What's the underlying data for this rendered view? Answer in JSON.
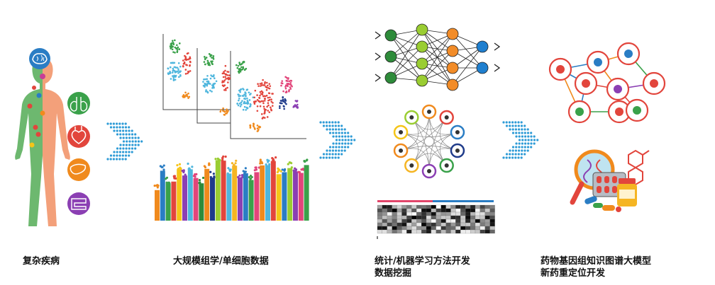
{
  "stages": [
    {
      "caption_lines": [
        "复杂疾病"
      ]
    },
    {
      "caption_lines": [
        "大规模组学/单细胞数据"
      ]
    },
    {
      "caption_lines": [
        "统计/机器学习方法开发",
        "数据挖掘"
      ]
    },
    {
      "caption_lines": [
        "药物基因组知识图谱大模型",
        "新药重定位开发"
      ]
    }
  ],
  "colors": {
    "arrow": "#2e9bd6",
    "body_left": "#6db86f",
    "body_right": "#f3a07a",
    "organ_brain": "#2a7dc4",
    "organ_lung": "#3aa14a",
    "organ_heart": "#e2453c",
    "organ_liver": "#f08a1d",
    "organ_intestine": "#8b3fb3",
    "nn_input": "#2e8b3a",
    "nn_hidden": "#9acd32",
    "nn_hidden2": "#f28c28",
    "nn_output": "#1f7fcf"
  },
  "icons": [
    "brain-icon",
    "lung-icon",
    "heart-icon",
    "liver-icon",
    "intestine-icon",
    "chevron-arrow-icon",
    "magnifier-icon",
    "pill-bottle-icon",
    "molecule-icon"
  ]
}
